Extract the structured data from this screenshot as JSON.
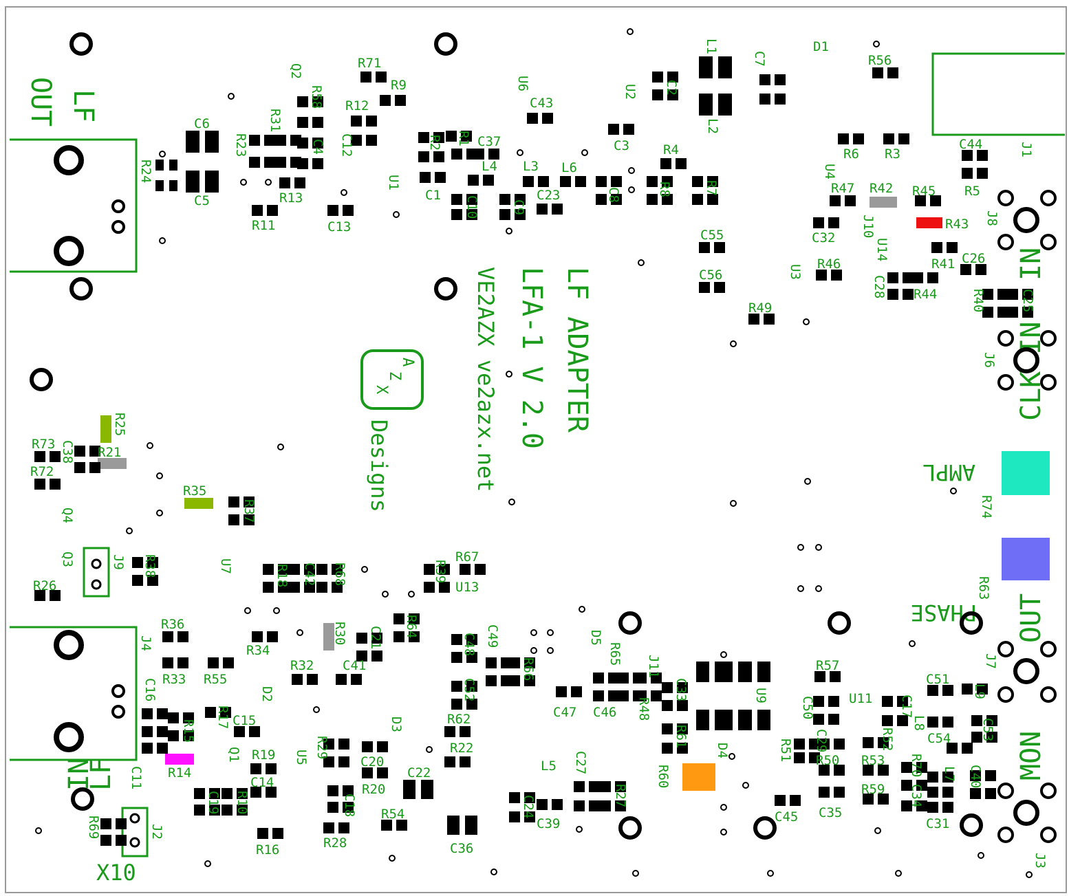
{
  "title_lines": [
    "LF ADAPTER",
    "LFA-1 V 2.0",
    "VE2AZX ve2azx.net"
  ],
  "logo": {
    "letters": [
      "A",
      "Z",
      "X"
    ],
    "caption": "Designs"
  },
  "connectors": {
    "lf_out": [
      "LF",
      "OUT"
    ],
    "lf_in": [
      "LF",
      "IN"
    ],
    "in": "IN",
    "clk_in": "CLK IN",
    "out": "OUT",
    "mon": "MON",
    "ampl": "AMPL",
    "phase": "PHASE",
    "x10": "X10"
  },
  "colors": {
    "silk": "#1a9a1a",
    "ampl_pot": "#1de8c0",
    "phase_pot": "#6e6ef7",
    "r43": "#ee1111",
    "r42": "#9a9a9a",
    "r21": "#9a9a9a",
    "r30": "#9a9a9a",
    "r25": "#8ab800",
    "r35": "#8ab800",
    "r14": "#ff11ff",
    "d4_pad": "#ff9911"
  },
  "designators": [
    "C6",
    "C5",
    "R24",
    "R23",
    "R31",
    "R58",
    "C4",
    "Q2",
    "R71",
    "R9",
    "R12",
    "C12",
    "U1",
    "R13",
    "R11",
    "C13",
    "U6",
    "C43",
    "U2",
    "C2",
    "C3",
    "L1",
    "C7",
    "D1",
    "R56",
    "L2",
    "R2",
    "R1",
    "C37",
    "C1",
    "L4",
    "L3",
    "L6",
    "C10",
    "C9",
    "C23",
    "C8",
    "R8",
    "R4",
    "R7",
    "U4",
    "R6",
    "R3",
    "C44",
    "R5",
    "J1",
    "J8",
    "R47",
    "R42",
    "R45",
    "R43",
    "J10",
    "C32",
    "U14",
    "R41",
    "C26",
    "R46",
    "C55",
    "C56",
    "U3",
    "R49",
    "C28",
    "R44",
    "R40",
    "C25",
    "J6",
    "R73",
    "C38",
    "R72",
    "R25",
    "R21",
    "Q4",
    "Q3",
    "R26",
    "J9",
    "R38",
    "R35",
    "R37",
    "U7",
    "R18",
    "C42",
    "R68",
    "R39",
    "R67",
    "U13",
    "J4",
    "R36",
    "R34",
    "R30",
    "C21",
    "R64",
    "C49",
    "C48",
    "R33",
    "R55",
    "R32",
    "C41",
    "R66",
    "C52",
    "D5",
    "R65",
    "J11",
    "C47",
    "C46",
    "R48",
    "C33",
    "U9",
    "R57",
    "C51",
    "L9",
    "J7",
    "C16",
    "R15",
    "R17",
    "C15",
    "D2",
    "D3",
    "R62",
    "R22",
    "C50",
    "C29",
    "U11",
    "C17",
    "R52",
    "L8",
    "C54",
    "C53",
    "C11",
    "R14",
    "Q1",
    "R19",
    "C14",
    "U5",
    "R29",
    "C20",
    "R20",
    "C22",
    "C18",
    "L5",
    "C27",
    "R27",
    "R61",
    "R60",
    "D4",
    "R51",
    "R50",
    "R53",
    "R70",
    "C40",
    "C19",
    "R10",
    "R69",
    "J2",
    "R16",
    "R28",
    "R54",
    "C36",
    "C24",
    "C39",
    "C45",
    "C35",
    "R59",
    "C34",
    "C31",
    "J3",
    "R74",
    "R63",
    "L7"
  ]
}
